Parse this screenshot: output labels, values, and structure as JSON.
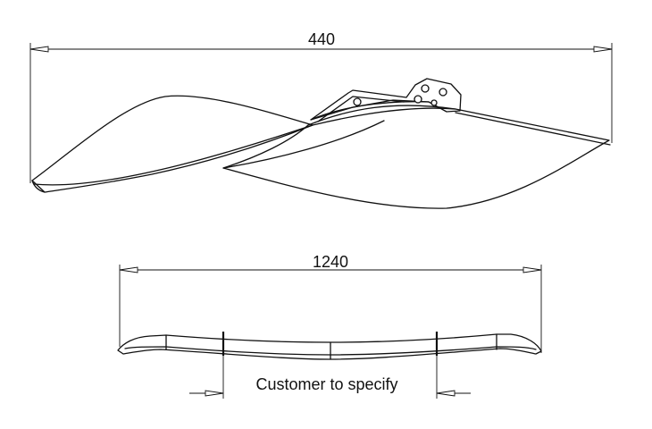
{
  "top_view": {
    "dimension_value": "440"
  },
  "front_view": {
    "dimension_value": "1240",
    "custom_span_label": "Customer to specify"
  }
}
